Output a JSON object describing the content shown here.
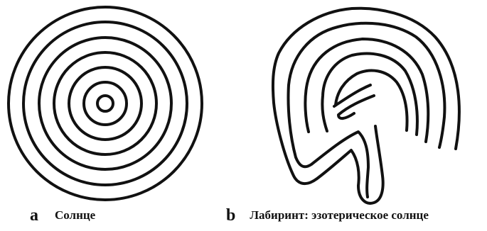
{
  "figure": {
    "panel_a": {
      "letter": "a",
      "caption": "Солнце",
      "drawing": "concentric-circles"
    },
    "panel_b": {
      "letter": "b",
      "caption": "Лабиринт: эзотерическое солнце",
      "drawing": "labyrinth"
    },
    "line_color": "#111111",
    "background_color": "#ffffff"
  }
}
